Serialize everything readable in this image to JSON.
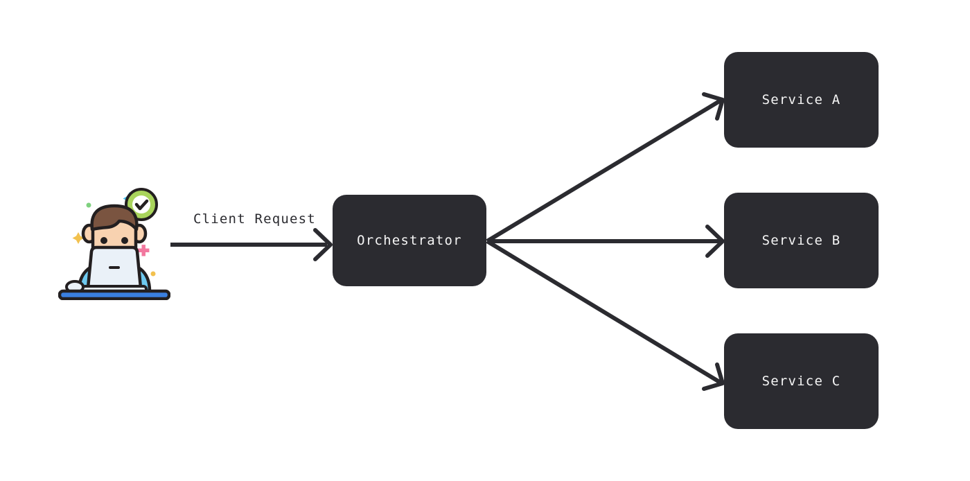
{
  "diagram": {
    "type": "flow-diagram",
    "background_color": "#ffffff",
    "node_fill": "#2b2b30",
    "node_text_color": "#f5f5f5",
    "edge_color": "#2b2b30",
    "actor": {
      "icon_name": "person-at-laptop-illustration",
      "badge_icon_name": "green-check-badge-icon",
      "badge_color": "#9acd4e",
      "skin_color": "#f8d2b0",
      "hair_color": "#7a5440",
      "shirt_color": "#6fc9ef",
      "laptop_color": "#eaf1f8",
      "desk_color": "#3a7fe0",
      "sparkle_colors": [
        "#4cc3f0",
        "#f2c14e",
        "#7fd17f",
        "#f2789f"
      ]
    },
    "nodes": [
      {
        "id": "orchestrator",
        "label": "Orchestrator"
      },
      {
        "id": "service-a",
        "label": "Service A"
      },
      {
        "id": "service-b",
        "label": "Service B"
      },
      {
        "id": "service-c",
        "label": "Service C"
      }
    ],
    "edges": [
      {
        "id": "client-to-orchestrator",
        "label": "Client Request",
        "from": "client",
        "to": "orchestrator"
      },
      {
        "id": "orchestrator-to-service-a",
        "label": "",
        "from": "orchestrator",
        "to": "service-a"
      },
      {
        "id": "orchestrator-to-service-b",
        "label": "",
        "from": "orchestrator",
        "to": "service-b"
      },
      {
        "id": "orchestrator-to-service-c",
        "label": "",
        "from": "orchestrator",
        "to": "service-c"
      }
    ]
  }
}
